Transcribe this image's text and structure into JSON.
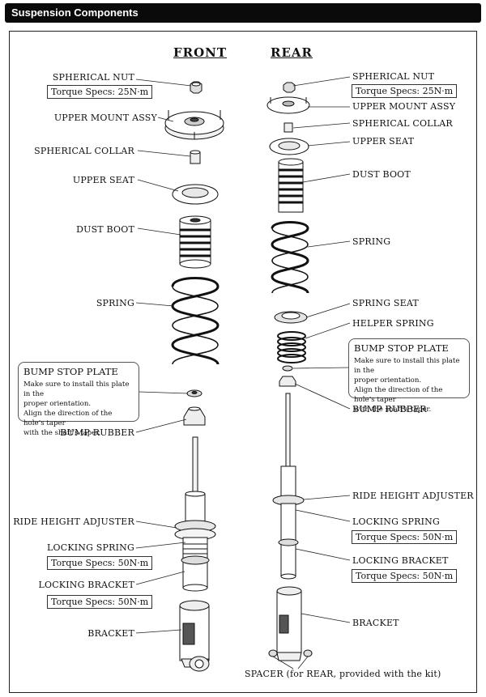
{
  "header": {
    "title": "Suspension Components"
  },
  "columns": {
    "front": "FRONT",
    "rear": "REAR"
  },
  "front": {
    "spherical_nut": "SPHERICAL NUT",
    "torque_nut": "Torque Specs: 25N·m",
    "upper_mount": "UPPER MOUNT ASSY",
    "spherical_collar": "SPHERICAL COLLAR",
    "upper_seat": "UPPER SEAT",
    "dust_boot": "DUST BOOT",
    "spring": "SPRING",
    "bump_stop_note": {
      "title": "BUMP STOP PLATE",
      "line1": "Make sure to install this plate in the",
      "line2": "proper orientation.",
      "line3": "Align the direction of the hole’s taper",
      "line4": "with the shaft’s taper."
    },
    "bump_rubber": "BUMP RUBBER",
    "ride_height": "RIDE HEIGHT ADJUSTER",
    "locking_spring": "LOCKING SPRING",
    "torque_locking_spring": "Torque Specs: 50N·m",
    "locking_bracket": "LOCKING BRACKET",
    "torque_locking_bracket": "Torque Specs: 50N·m",
    "bracket": "BRACKET"
  },
  "rear": {
    "spherical_nut": "SPHERICAL NUT",
    "torque_nut": "Torque Specs: 25N·m",
    "upper_mount": "UPPER MOUNT ASSY",
    "spherical_collar": "SPHERICAL COLLAR",
    "upper_seat": "UPPER  SEAT",
    "dust_boot": "DUST BOOT",
    "spring": "SPRING",
    "spring_seat": "SPRING SEAT",
    "helper_spring": "HELPER SPRING",
    "bump_stop_note": {
      "title": "BUMP STOP PLATE",
      "line1": "Make sure to install this plate in the",
      "line2": "proper orientation.",
      "line3": "Align the direction of the hole’s taper",
      "line4": "with the shaft’s taper."
    },
    "bump_rubber": "BUMP RUBBER",
    "ride_height": "RIDE HEIGHT ADJUSTER",
    "locking_spring": "LOCKING SPRING",
    "torque_locking_spring": "Torque Specs: 50N·m",
    "locking_bracket": "LOCKING BRACKET",
    "torque_locking_bracket": "Torque Specs: 50N·m",
    "bracket": "BRACKET",
    "spacer": "SPACER (for REAR, provided with the kit)"
  }
}
